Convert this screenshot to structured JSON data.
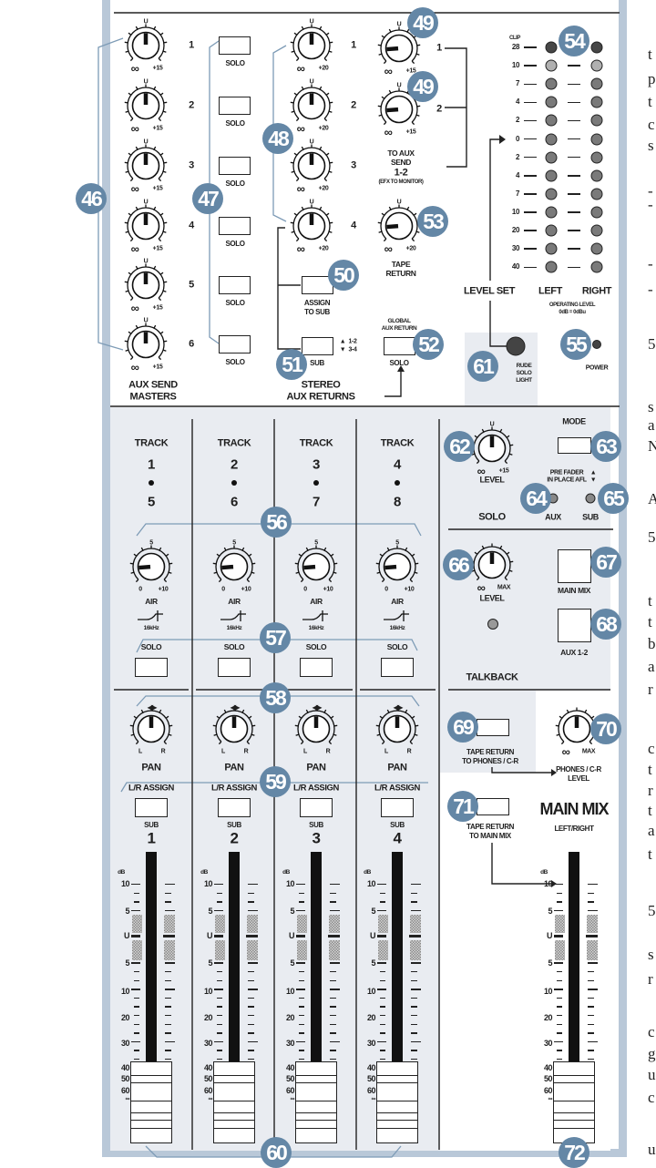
{
  "aux_send_masters": {
    "title_line1": "AUX SEND",
    "title_line2": "MASTERS",
    "top_label": "U",
    "min_label": "∞",
    "max_label": "+15",
    "solo_label": "SOLO",
    "knobs": [
      {
        "num": "1",
        "pos": 0.5
      },
      {
        "num": "2",
        "pos": 0.5
      },
      {
        "num": "3",
        "pos": 0.5
      },
      {
        "num": "4",
        "pos": 0.5
      },
      {
        "num": "5",
        "pos": 0.5
      },
      {
        "num": "6",
        "pos": 0.5
      }
    ]
  },
  "stereo_aux_returns": {
    "title_line1": "STEREO",
    "title_line2": "AUX RETURNS",
    "top_label": "U",
    "min_label": "∞",
    "max_label": "+20",
    "knobs": [
      {
        "num": "1",
        "pos": 0.5
      },
      {
        "num": "2",
        "pos": 0.5
      },
      {
        "num": "3",
        "pos": 0.5
      },
      {
        "num": "4",
        "pos": 0.5
      }
    ],
    "assign_line1": "ASSIGN",
    "assign_line2": "TO SUB",
    "sub_label": "SUB",
    "sub_option1": "1-2",
    "sub_option2": "3-4",
    "global_line1": "GLOBAL",
    "global_line2": "AUX RETURN",
    "solo_label": "SOLO"
  },
  "to_aux_send": {
    "top_label": "U",
    "min_label": "∞",
    "max_label": "+15",
    "knobs": [
      {
        "num": "1",
        "pos": 0.15
      },
      {
        "num": "2",
        "pos": 0.15
      }
    ],
    "line1": "TO AUX",
    "line2": "SEND",
    "line3": "1-2",
    "line4": "(EFX TO MONITOR)"
  },
  "tape_return": {
    "top_label": "U",
    "min_label": "∞",
    "max_label": "+20",
    "pos": 0.15,
    "line1": "TAPE",
    "line2": "RETURN"
  },
  "meter": {
    "clip_label": "CLIP",
    "levels": [
      "28",
      "10",
      "7",
      "4",
      "2",
      "0",
      "2",
      "4",
      "7",
      "10",
      "20",
      "30",
      "40"
    ],
    "led_colors": [
      "#474747",
      "#b0b0b0",
      "#7a7a7a",
      "#7a7a7a",
      "#7a7a7a",
      "#7a7a7a",
      "#7a7a7a",
      "#7a7a7a",
      "#7a7a7a",
      "#7a7a7a",
      "#7a7a7a",
      "#7a7a7a",
      "#7a7a7a"
    ],
    "left_label": "LEFT",
    "right_label": "RIGHT",
    "operating_line1": "OPERATING LEVEL",
    "operating_line2": "0dB = 0dBu",
    "level_set": "LEVEL SET"
  },
  "rude_solo": {
    "line1": "RUDE",
    "line2": "SOLO",
    "line3": "LIGHT"
  },
  "power_label": "POWER",
  "channel_labels": {
    "track": "TRACK",
    "air_top": "5",
    "air_min": "0",
    "air_max": "+10",
    "air": "AIR",
    "freq": "16kHz",
    "solo": "SOLO",
    "pan_left": "L",
    "pan_right": "R",
    "pan": "PAN",
    "lr_assign": "L/R ASSIGN",
    "sub": "SUB"
  },
  "channels": [
    {
      "track_a": "1",
      "track_b": "5",
      "sub": "1",
      "air_pos": 0.15,
      "pan_pos": 0.5
    },
    {
      "track_a": "2",
      "track_b": "6",
      "sub": "2",
      "air_pos": 0.15,
      "pan_pos": 0.5
    },
    {
      "track_a": "3",
      "track_b": "7",
      "sub": "3",
      "air_pos": 0.15,
      "pan_pos": 0.5
    },
    {
      "track_a": "4",
      "track_b": "8",
      "sub": "4",
      "air_pos": 0.15,
      "pan_pos": 0.5
    }
  ],
  "fader_scale": {
    "db": "dB",
    "labels": [
      "10",
      "5",
      "U",
      "5",
      "10",
      "20",
      "30",
      "40",
      "50",
      "60",
      "∞"
    ]
  },
  "solo_section": {
    "title": "SOLO",
    "top_label": "U",
    "min_label": "∞",
    "max_label": "+15",
    "level_label": "LEVEL",
    "level_pos": 0.5,
    "mode_label": "MODE",
    "mode_line1": "PRE FADER",
    "mode_line2": "IN PLACE AFL",
    "aux_label": "AUX",
    "sub_label": "SUB"
  },
  "talkback": {
    "title": "TALKBACK",
    "min_label": "∞",
    "max_label": "MAX",
    "level_label": "LEVEL",
    "level_pos": 0.5,
    "main_mix_label": "MAIN MIX",
    "aux_label": "AUX 1-2"
  },
  "tape_return_phones": {
    "line1": "TAPE RETURN",
    "line2": "TO PHONES / C-R"
  },
  "phones_level": {
    "min_label": "∞",
    "max_label": "MAX",
    "pos": 0.5,
    "line1": "PHONES / C-R",
    "line2": "LEVEL"
  },
  "tape_return_main": {
    "line1": "TAPE RETURN",
    "line2": "TO MAIN MIX"
  },
  "main_mix": {
    "title": "MAIN MIX",
    "subtitle": "LEFT/RIGHT"
  },
  "icons": {
    "pan_center": "◀▶",
    "up": "▲",
    "down": "▼"
  },
  "colors": {
    "callout": "#6487a6",
    "panel_border": "#b9c8d8",
    "panel_gray": "#e9ecf1"
  },
  "callouts": {
    "46": "46",
    "47": "47",
    "48": "48",
    "49": "49",
    "50": "50",
    "51": "51",
    "52": "52",
    "53": "53",
    "54": "54",
    "55": "55",
    "56": "56",
    "57": "57",
    "58": "58",
    "59": "59",
    "60": "60",
    "61": "61",
    "62": "62",
    "63": "63",
    "64": "64",
    "65": "65",
    "66": "66",
    "67": "67",
    "68": "68",
    "69": "69",
    "70": "70",
    "71": "71",
    "72": "72"
  },
  "right_text_fragments": [
    "t",
    "p",
    "t",
    "c",
    "s",
    "-",
    "-",
    "-",
    "-",
    "5",
    "s",
    "a",
    "N",
    "A",
    "5",
    "t",
    "t",
    "b",
    "a",
    "r",
    "c",
    "t",
    "r",
    "t",
    "a",
    "t",
    "5",
    "s",
    "r",
    "c",
    "g",
    "u",
    "c",
    "u"
  ]
}
